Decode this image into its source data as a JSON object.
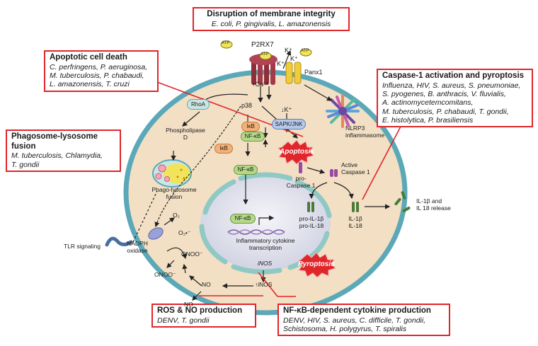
{
  "boxes": {
    "membrane": {
      "title": "Disruption of membrane integrity",
      "body": "E. coli, P. gingivalis, L. amazonensis"
    },
    "apoptotic": {
      "title": "Apoptotic cell death",
      "body": [
        "C. perfringens, P. aeruginosa,",
        "M. tuberculosis, P. chabaudi,",
        "L. amazonensis, T. cruzi"
      ]
    },
    "phagosome": {
      "title": "Phagosome-lysosome fusion",
      "body": [
        "M. tuberculosis, Chlamydia,",
        "T. gondii"
      ]
    },
    "caspase": {
      "title": "Caspase-1 activation and pyroptosis",
      "body": [
        "Influenza, HIV, S. aureus, S. pneumoniae,",
        "S. pyogenes, B. anthracis, V. fluvialis,",
        "A. actinomycetemcomitans,",
        "M. tuberculosis, P. chabaudi, T. gondii,",
        "E. histolytica, P. brasiliensis"
      ]
    },
    "ros": {
      "title": "ROS & NO production",
      "body": "DENV, T. gondii"
    },
    "nfkb": {
      "title": "NF-κB-dependent cytokine production",
      "body": [
        "DENV, HIV, S. aureus, C. difficile, T. gondii,",
        "Schistosoma, H. polygyrus, T. spiralis"
      ]
    }
  },
  "labels": {
    "atp1": "ATP",
    "atp2": "ATP",
    "atp3": "ATP",
    "p2rx7": "P2RX7",
    "kplus_top": "K⁺",
    "kplus_top2": "K⁺",
    "kplus_mid": "K⁺",
    "panx1": "Panx1",
    "ca": "↑Ca²⁺",
    "kplus_in": "↓K⁺",
    "rhoa": "RhoA",
    "p38": "p38",
    "phospholipase": [
      "Phospholipase",
      "D"
    ],
    "ikb1": "IκB",
    "nfkb1": "NF-κB",
    "ikb2": "IκB",
    "nfkb2": "NF-κB",
    "nfkb3": "NF-κB",
    "sapk": "SAPK/JNK",
    "nlrp3": [
      "NLRP3",
      "inflammasome"
    ],
    "phago_fusion": [
      "Phago-lysosome",
      "fusion"
    ],
    "apoptosis": "Apoptosis",
    "pyroptosis": "Pyroptosis",
    "active_caspase": [
      "Active",
      "Caspase 1"
    ],
    "pro_caspase": [
      "pro-",
      "Caspase 1"
    ],
    "pro_il": [
      "pro-IL-1β",
      "pro-IL-18"
    ],
    "il": [
      "IL-1β",
      "IL-18"
    ],
    "il_release": [
      "IL-1β and",
      "IL 18 release"
    ],
    "tlr": "TLR signaling",
    "nadph": [
      "NADPH",
      "oxidase"
    ],
    "o2": "O₂",
    "o2rad": "O₂•⁻",
    "onoo": "ONOO⁻",
    "onoo2": "ONOO⁻",
    "no1": "NO",
    "no2": "NO",
    "inos_up": "↑iNOS",
    "inos": "iNOS",
    "transcription": [
      "Inflammatory cytokine",
      "transcription"
    ]
  },
  "colors": {
    "accent_red": "#e0262b",
    "cell_fill": "#f2dfc4",
    "cell_border": "#5ba8b8",
    "nucleus_fill": "#e5e6f0",
    "nucleus_ring": "#8fc9c4",
    "green_pill": "#b5d88a",
    "receptor": "#8c2f3b",
    "panx": "#f0cc3a",
    "burst": "#e0262b"
  }
}
